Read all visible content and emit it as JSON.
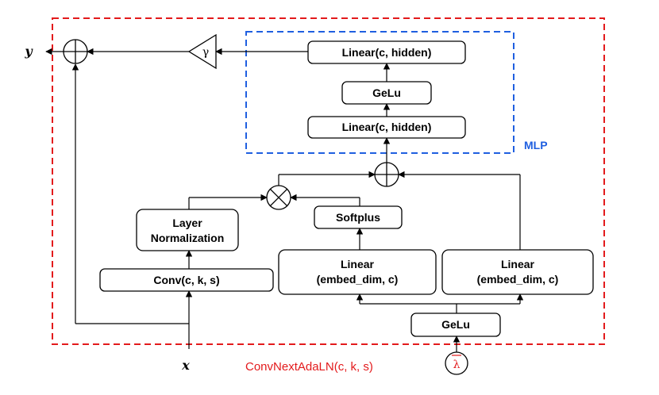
{
  "colors": {
    "outer_border": "#e31a1c",
    "mlp_border": "#1f5fe0",
    "line": "#000000"
  },
  "labels": {
    "conv": "Conv(c, k, s)",
    "layer_norm_line1": "Layer",
    "layer_norm_line2": "Normalization",
    "linear_left_line1": "Linear",
    "linear_left_line2": "(embed_dim, c)",
    "linear_right_line1": "Linear",
    "linear_right_line2": "(embed_dim, c)",
    "softplus": "Softplus",
    "gelu_bottom": "GeLu",
    "mlp_linear_bottom": "Linear(c, hidden)",
    "mlp_gelu": "GeLu",
    "mlp_linear_top": "Linear(c, hidden)",
    "gamma": "γ",
    "mlp_title": "MLP",
    "block_title": "ConvNextAdaLN(c, k, s)",
    "input_x": "x",
    "output_y": "y",
    "lambda": "λ"
  },
  "icons": {
    "add_ops": [
      "plus-circle-icon",
      "plus-circle-icon"
    ],
    "multiply_op": "times-circle-icon",
    "scale_op": "triangle-gain-icon"
  }
}
